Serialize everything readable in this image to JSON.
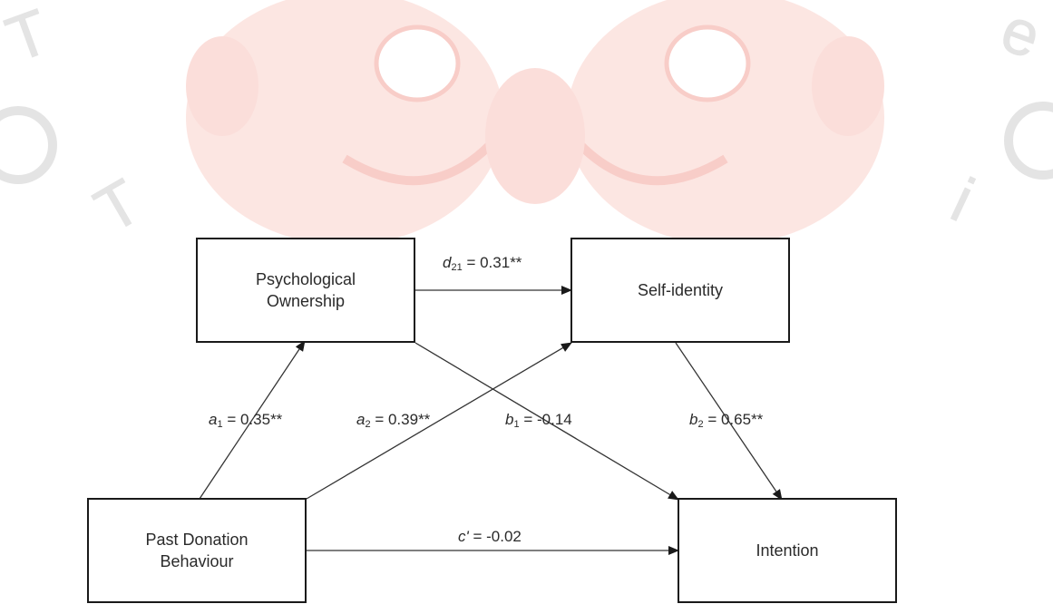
{
  "nodes": {
    "ownership": {
      "line1": "Psychological",
      "line2": "Ownership"
    },
    "selfidentity": {
      "label": "Self-identity"
    },
    "past": {
      "line1": "Past Donation",
      "line2": "Behaviour"
    },
    "intention": {
      "label": "Intention"
    }
  },
  "paths": {
    "a1": {
      "symbol": "a",
      "subscript": "1",
      "value": "= 0.35**"
    },
    "a2": {
      "symbol": "a",
      "subscript": "2",
      "value": "= 0.39**"
    },
    "b1": {
      "symbol": "b",
      "subscript": "1",
      "value": "= -0.14"
    },
    "b2": {
      "symbol": "b",
      "subscript": "2",
      "value": "= 0.65**"
    },
    "d21": {
      "symbol": "d",
      "subscript": "21",
      "value": "= 0.31**"
    },
    "cprime": {
      "symbol": "c'",
      "subscript": "",
      "value": "= -0.02"
    }
  },
  "watermark": {
    "color": "#f6b6b0",
    "letters": [
      "T",
      "T",
      "e",
      "i"
    ]
  }
}
